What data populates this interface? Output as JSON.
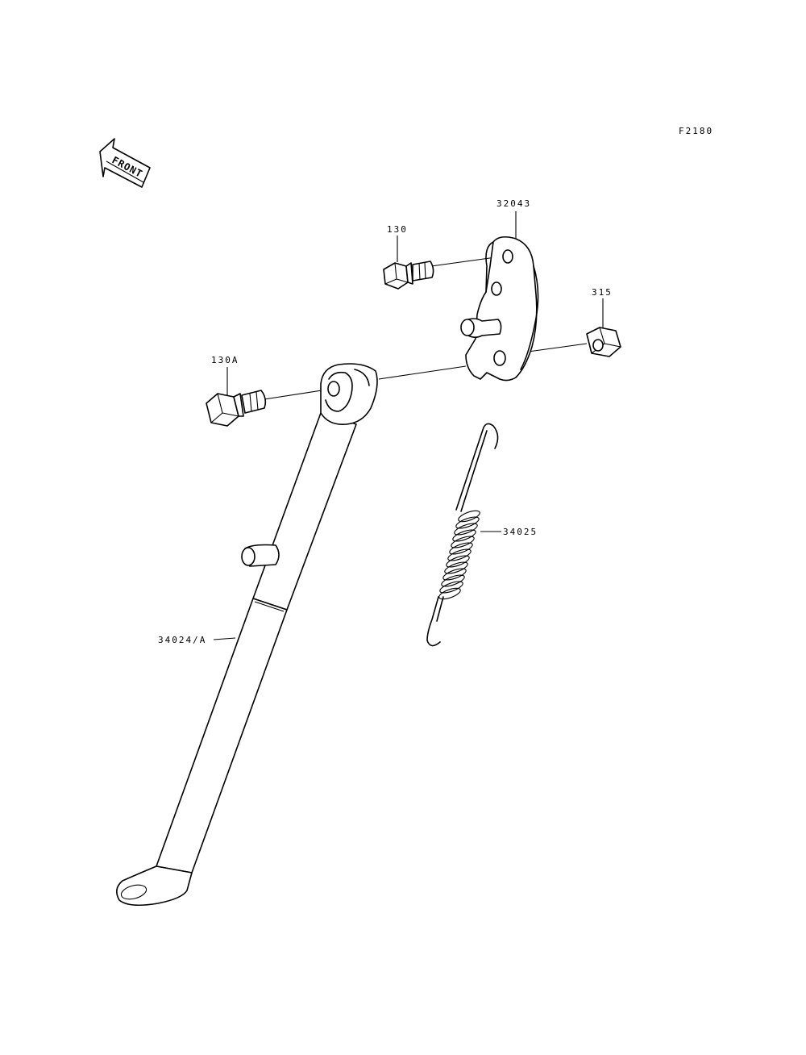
{
  "figure_code": "F2180",
  "front_label": "FRONT",
  "parts": {
    "bracket": "32043",
    "bolt_small": "130",
    "nut": "315",
    "bolt_pivot": "130A",
    "spring": "34025",
    "side_stand": "34024/A"
  }
}
